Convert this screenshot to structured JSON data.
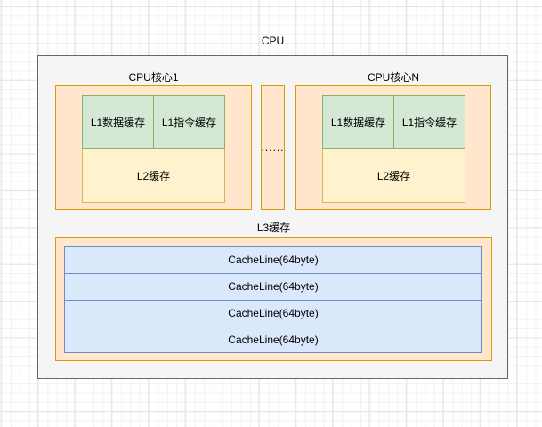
{
  "diagram": {
    "title": "CPU",
    "core1": {
      "label": "CPU核心1",
      "l1_data": "L1数据缓存",
      "l1_inst": "L1指令缓存",
      "l2": "L2缓存"
    },
    "coreN": {
      "label": "CPU核心N",
      "l1_data": "L1数据缓存",
      "l1_inst": "L1指令缓存",
      "l2": "L2缓存"
    },
    "ellipsis": "......",
    "l3": {
      "label": "L3缓存",
      "cache_lines": [
        "CacheLine(64byte)",
        "CacheLine(64byte)",
        "CacheLine(64byte)",
        "CacheLine(64byte)"
      ]
    },
    "colors": {
      "canvas_grid_minor": "#f2f2f2",
      "canvas_grid_major": "#e4e4e4",
      "cpu_fill": "#f5f5f5",
      "cpu_border": "#666666",
      "core_fill": "#ffe6cc",
      "core_border": "#d79b00",
      "l1_fill": "#d5e8d4",
      "l1_border": "#82b366",
      "l2_fill": "#fff2cc",
      "l2_border": "#d6b656",
      "cacheline_fill": "#dae8fc",
      "cacheline_border": "#6c8ebf",
      "page_break": "#cccccc"
    }
  }
}
